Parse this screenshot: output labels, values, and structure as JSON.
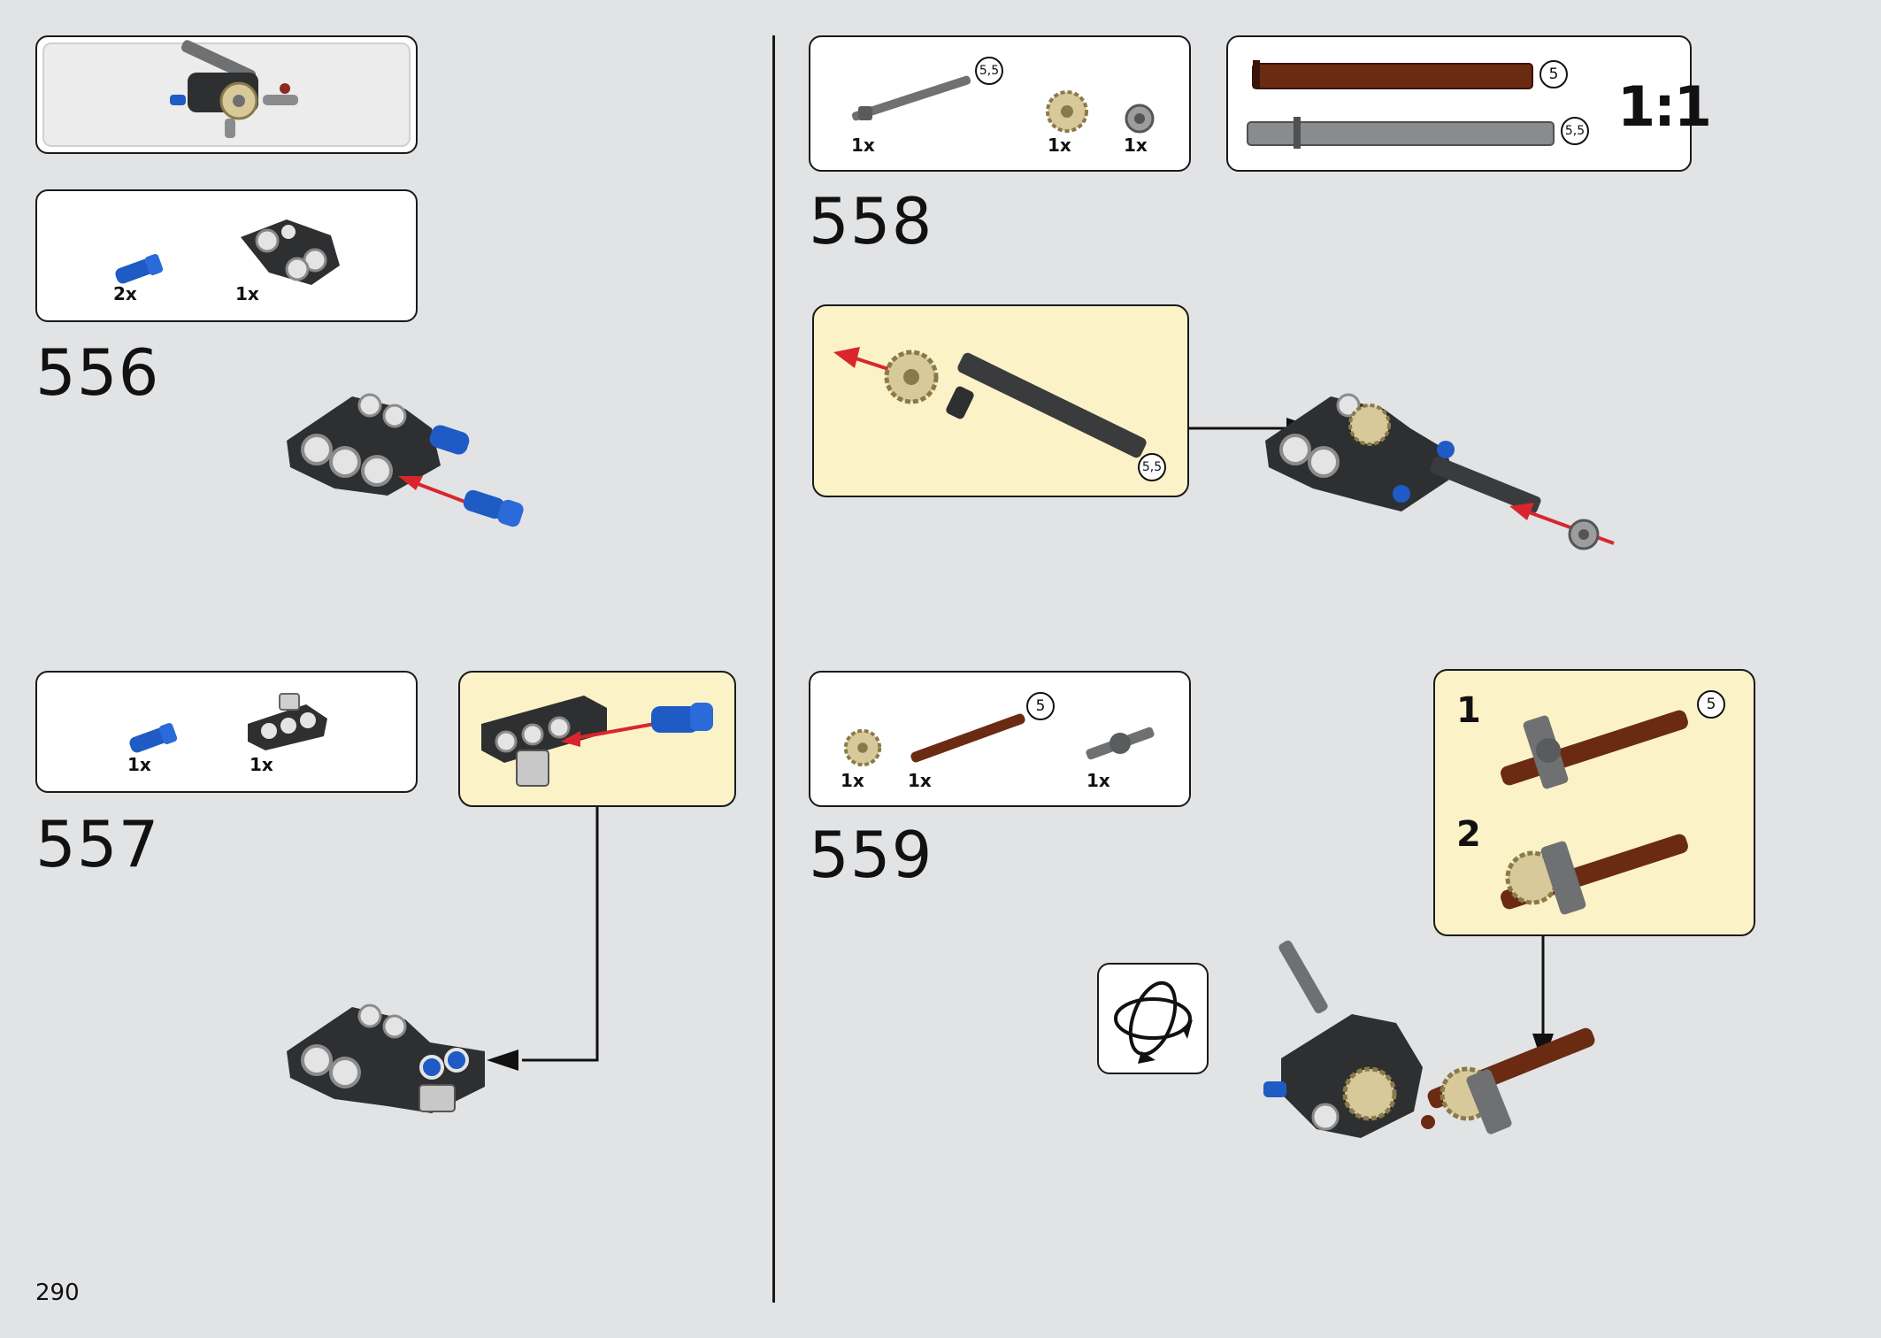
{
  "page_number": "290",
  "steps": {
    "s556": {
      "number": "556",
      "parts": [
        {
          "qty": "2x"
        },
        {
          "qty": "1x"
        }
      ]
    },
    "s557": {
      "number": "557",
      "parts": [
        {
          "qty": "1x"
        },
        {
          "qty": "1x"
        }
      ]
    },
    "s558": {
      "number": "558",
      "parts": [
        {
          "qty": "1x",
          "length": "5,5"
        },
        {
          "qty": "1x"
        },
        {
          "qty": "1x"
        }
      ],
      "callout_length": "5,5"
    },
    "s559": {
      "number": "559",
      "parts": [
        {
          "qty": "1x"
        },
        {
          "qty": "1x",
          "length": "5"
        },
        {
          "qty": "1x"
        }
      ],
      "substeps": [
        {
          "label": "1",
          "length": "5"
        },
        {
          "label": "2"
        }
      ]
    }
  },
  "scale_box": {
    "ratio": "1:1",
    "axle_brown_length": "5",
    "axle_grey_length": "5,5"
  },
  "colors": {
    "background": "#e2e3e5",
    "callout": "#fbf2c8",
    "arrow_red": "#d9262c",
    "dark_grey": "#3a3b3d",
    "blue": "#1f5bc5",
    "brown": "#6b2b12",
    "tan": "#d8c99a"
  }
}
